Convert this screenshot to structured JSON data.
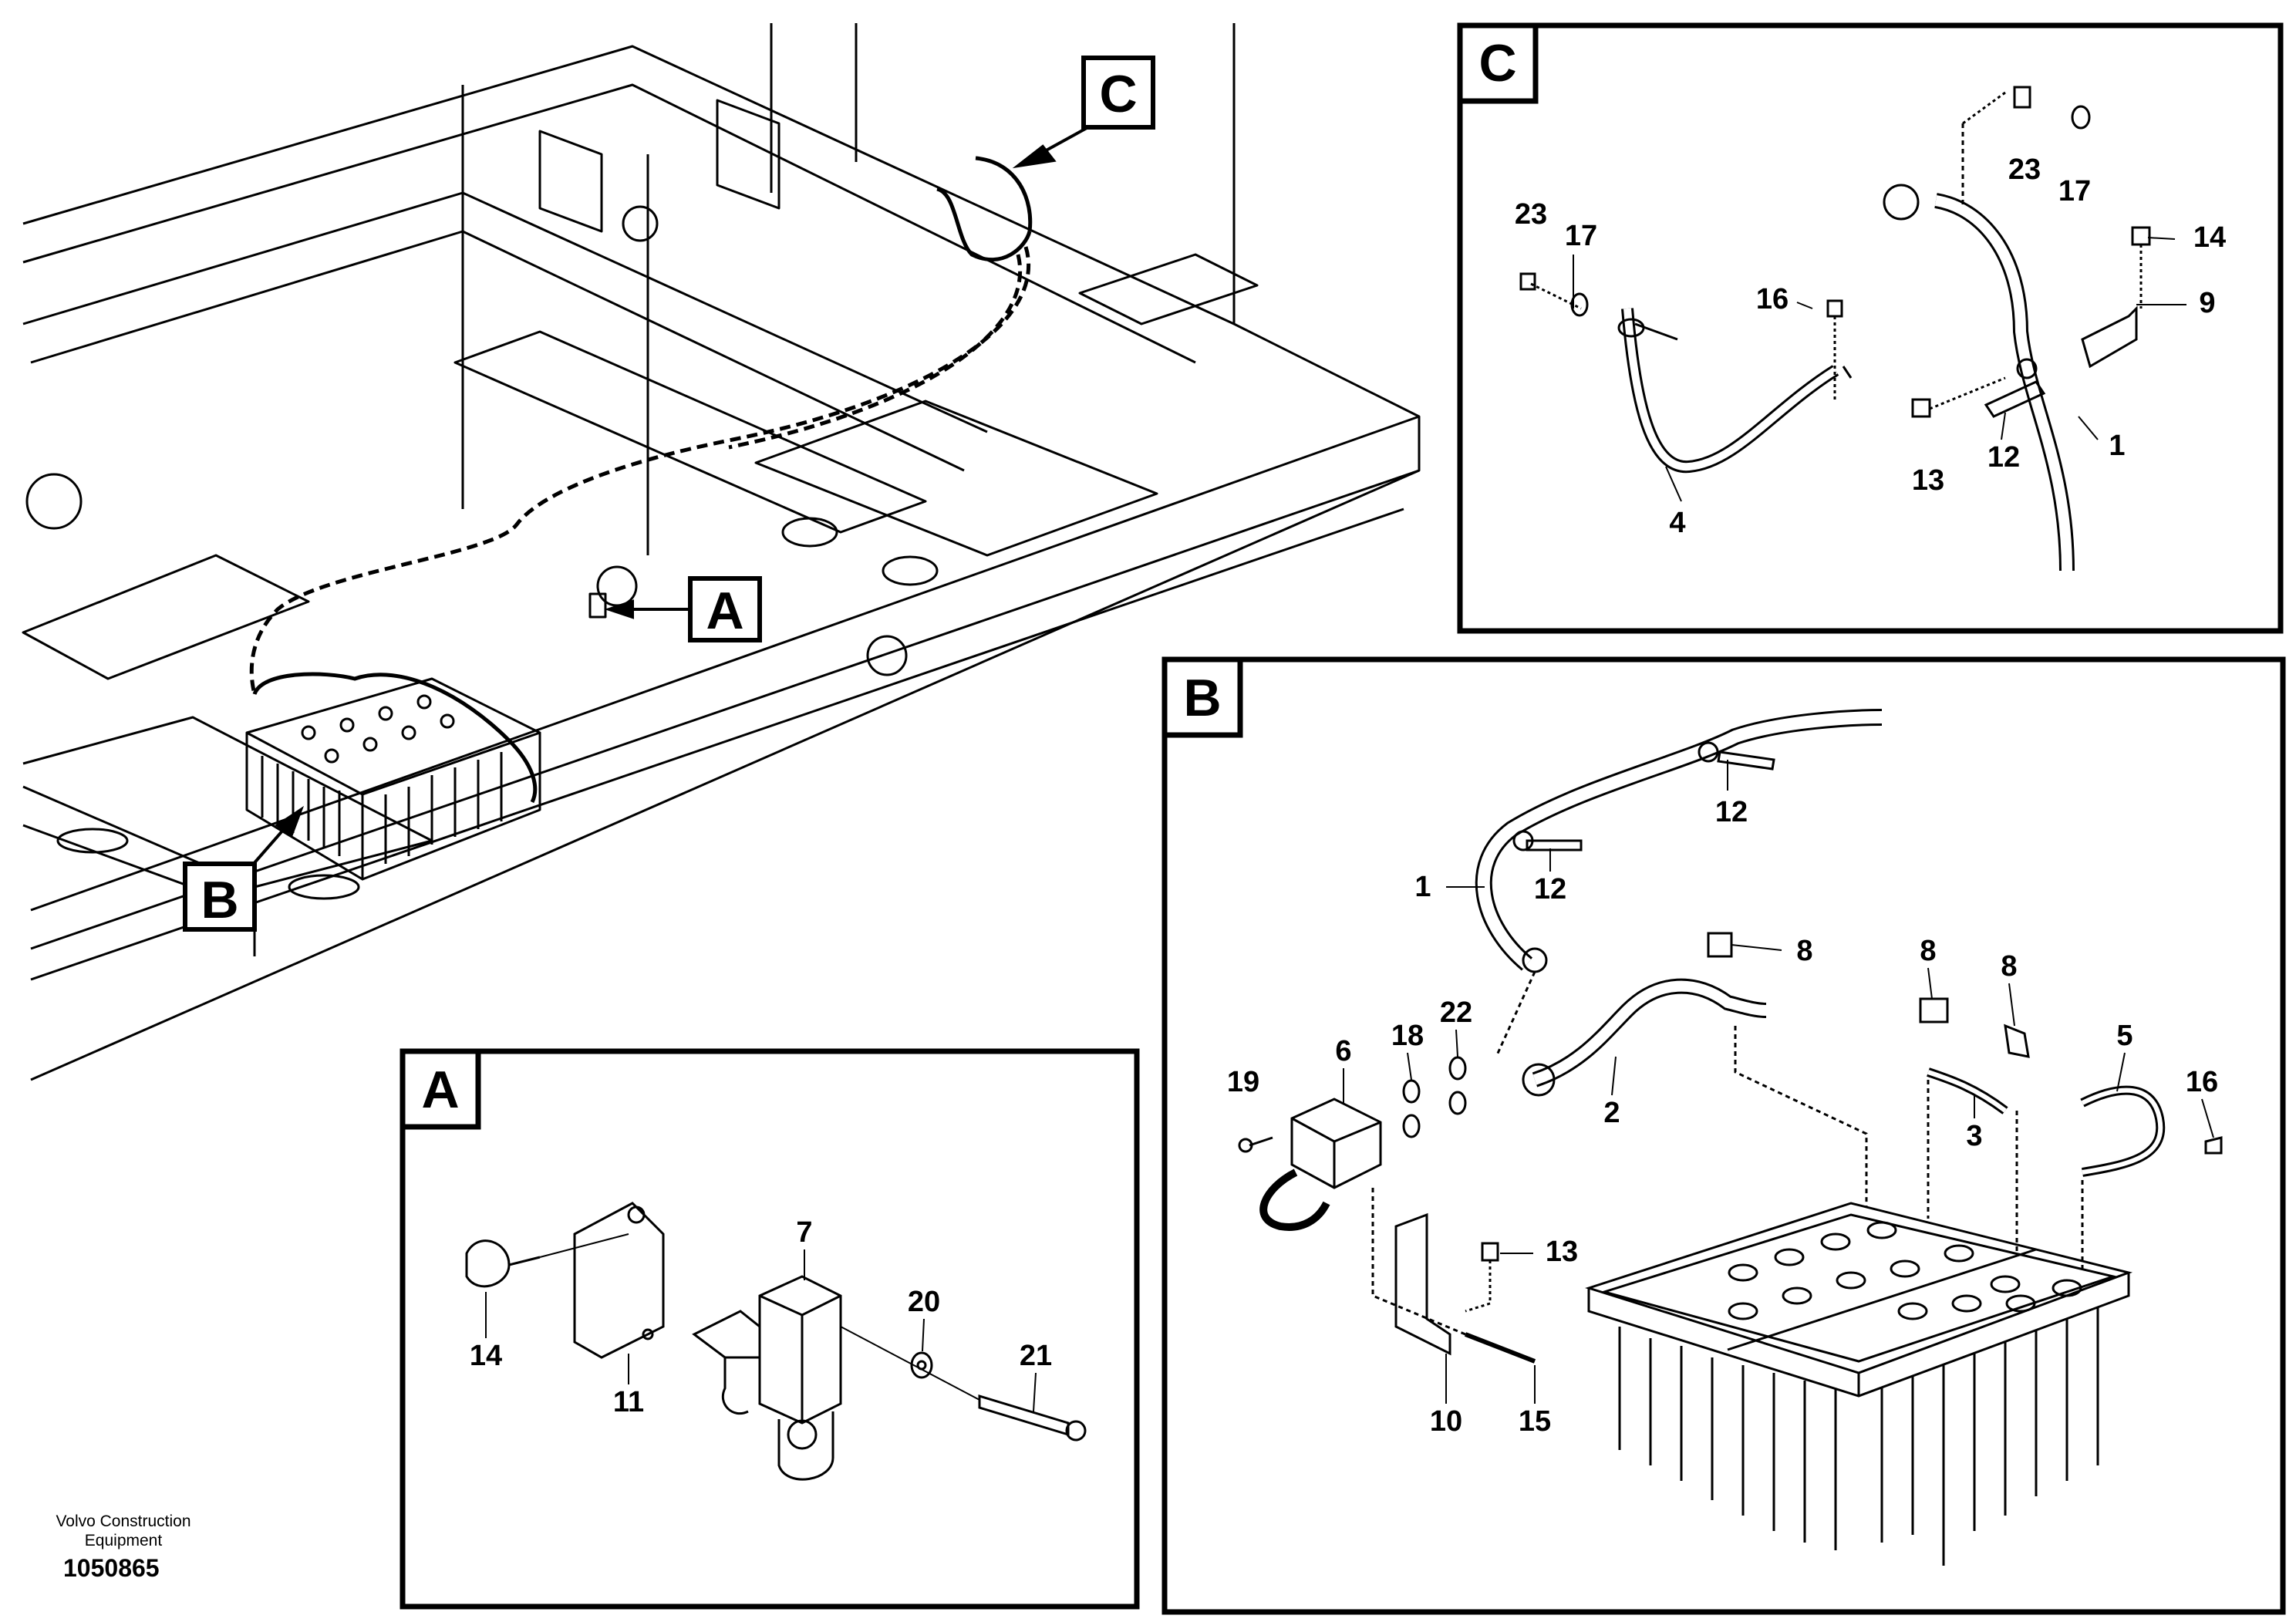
{
  "detail_boxes": {
    "A": {
      "letter": "A"
    },
    "B": {
      "letter": "B"
    },
    "C": {
      "letter": "C"
    }
  },
  "callouts_main": {
    "A": "A",
    "B": "B",
    "C": "C"
  },
  "labels_C": [
    "23",
    "17",
    "23",
    "17",
    "16",
    "14",
    "9",
    "13",
    "12",
    "1",
    "4"
  ],
  "labels_B": [
    "12",
    "12",
    "1",
    "8",
    "8",
    "8",
    "6",
    "18",
    "22",
    "19",
    "2",
    "3",
    "5",
    "16",
    "13",
    "10",
    "15"
  ],
  "labels_A": [
    "7",
    "14",
    "20",
    "21",
    "11"
  ],
  "credit": {
    "line1": "Volvo Construction",
    "line2": "Equipment"
  },
  "doc_number": "1050865"
}
